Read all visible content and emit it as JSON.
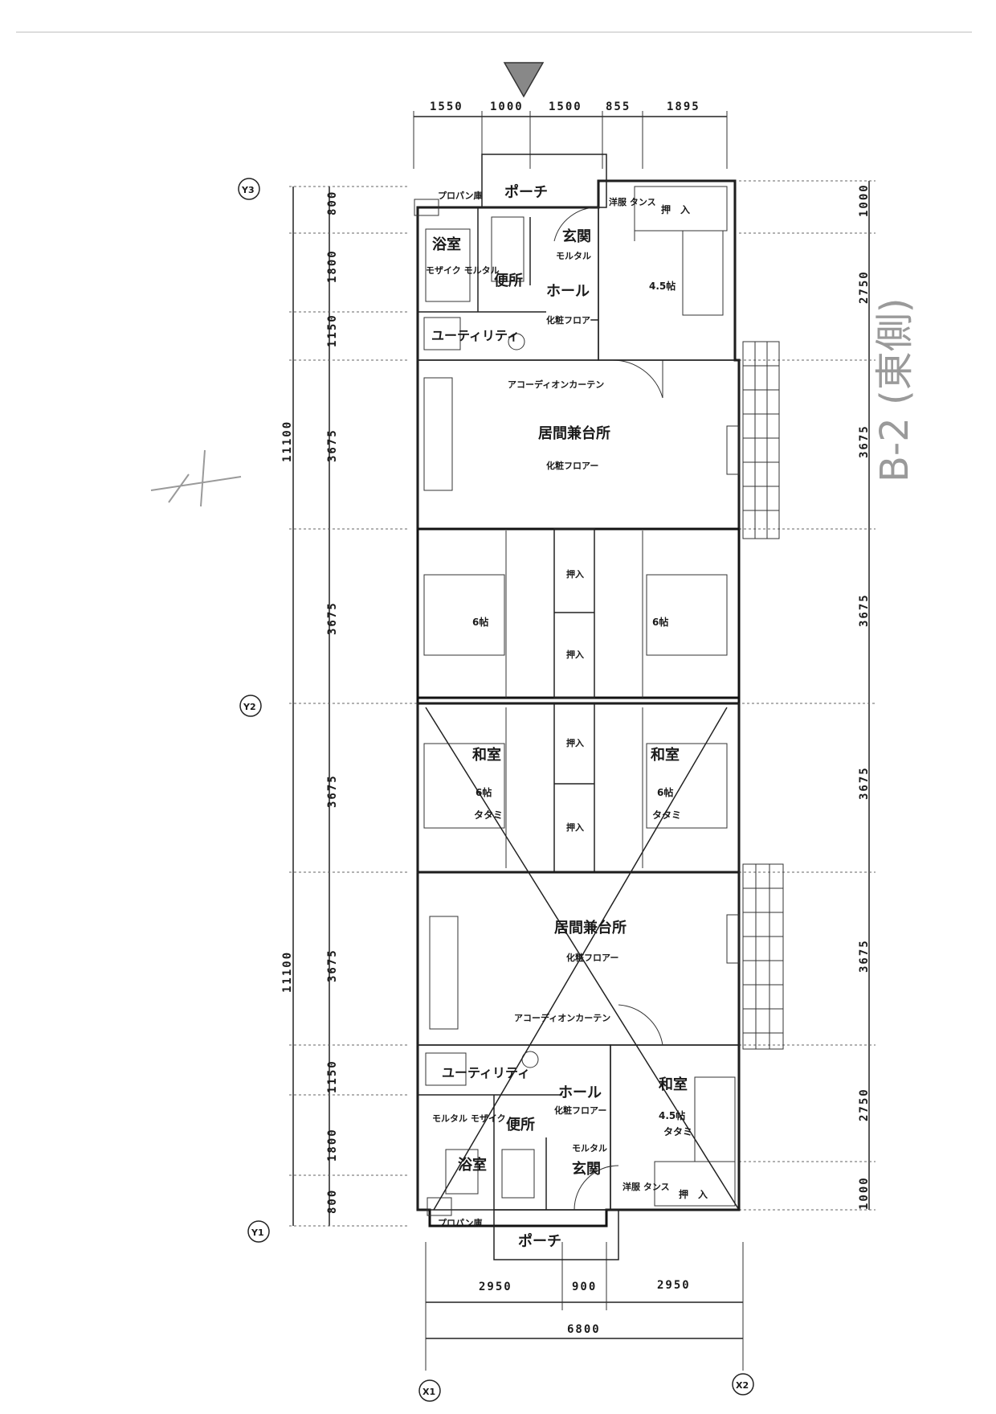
{
  "top_dimensions": [
    "1550",
    "1000",
    "1500",
    "855",
    "1895"
  ],
  "bottom_dimensions": [
    "2950",
    "900",
    "2950"
  ],
  "bottom_total": "6800",
  "left_dimensions": [
    "800",
    "1800",
    "1150",
    "3675",
    "3675",
    "3675",
    "3675",
    "1150",
    "1800",
    "800"
  ],
  "left_totals": [
    "11100",
    "11100"
  ],
  "right_dimensions": [
    "1000",
    "2750",
    "3675",
    "3675",
    "3675",
    "3675",
    "2750",
    "1000"
  ],
  "axis_labels": {
    "y3": "Y3",
    "y2": "Y2",
    "y1": "Y1",
    "x1": "X1",
    "x2": "X2"
  },
  "sheet_title": "B-2 (東側)",
  "handwritten_mark": "イ",
  "upper_unit": {
    "porch": "ポーチ",
    "propane": "プロパン庫",
    "bath": "浴室",
    "bath_floor": "モザイク\nモルタル",
    "toilet": "便所",
    "entrance": "玄関",
    "entrance_floor": "モルタル",
    "hall": "ホール",
    "hall_floor": "化粧フロアー",
    "utility": "ユーティリティ",
    "curtain": "アコーディオンカーテン",
    "wardrobe": "洋服\nタンス",
    "closet": "押　入",
    "room45": "4.5帖",
    "living": "居間兼台所",
    "living_floor": "化粧フロアー",
    "room6_left": "6帖",
    "room6_right": "6帖",
    "closet_a": "押入",
    "closet_b": "押入"
  },
  "lower_unit": {
    "washitsu_left": "和室",
    "washitsu_left_size": "6帖",
    "washitsu_left_floor": "タタミ",
    "washitsu_right": "和室",
    "washitsu_right_size": "6帖",
    "washitsu_right_floor": "タタミ",
    "closet_a": "押入",
    "closet_b": "押入",
    "living": "居間兼台所",
    "living_floor": "化粧フロアー",
    "curtain": "アコーディオンカーテン",
    "utility": "ユーティリティ",
    "hall": "ホール",
    "hall_floor": "化粧フロアー",
    "washitsu45": "和室",
    "washitsu45_size": "4.5帖",
    "washitsu45_floor": "タタミ",
    "bath_floor": "モルタル\nモザイク",
    "toilet": "便所",
    "entrance_floor": "モルタル",
    "entrance": "玄関",
    "bath": "浴室",
    "wardrobe": "洋服\nタンス",
    "closet": "押　入",
    "propane": "プロパン庫",
    "porch": "ポーチ"
  }
}
